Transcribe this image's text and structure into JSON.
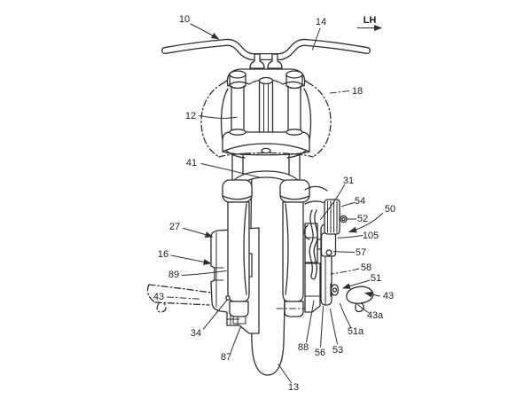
{
  "figure": {
    "colors": {
      "line": "#2e2e2e",
      "label": "#1c1c1c",
      "background": "#ffffff"
    },
    "direction_indicator": {
      "label": "LH"
    },
    "labels": [
      {
        "text": "10"
      },
      {
        "text": "14"
      },
      {
        "text": "18"
      },
      {
        "text": "12"
      },
      {
        "text": "41"
      },
      {
        "text": "31"
      },
      {
        "text": "54"
      },
      {
        "text": "52"
      },
      {
        "text": "50"
      },
      {
        "text": "105"
      },
      {
        "text": "27"
      },
      {
        "text": "57"
      },
      {
        "text": "16"
      },
      {
        "text": "58"
      },
      {
        "text": "89"
      },
      {
        "text": "51"
      },
      {
        "text": "43"
      },
      {
        "text": "43"
      },
      {
        "text": "43a"
      },
      {
        "text": "34"
      },
      {
        "text": "51a"
      },
      {
        "text": "88"
      },
      {
        "text": "56"
      },
      {
        "text": "53"
      },
      {
        "text": "87"
      },
      {
        "text": "13"
      }
    ]
  }
}
